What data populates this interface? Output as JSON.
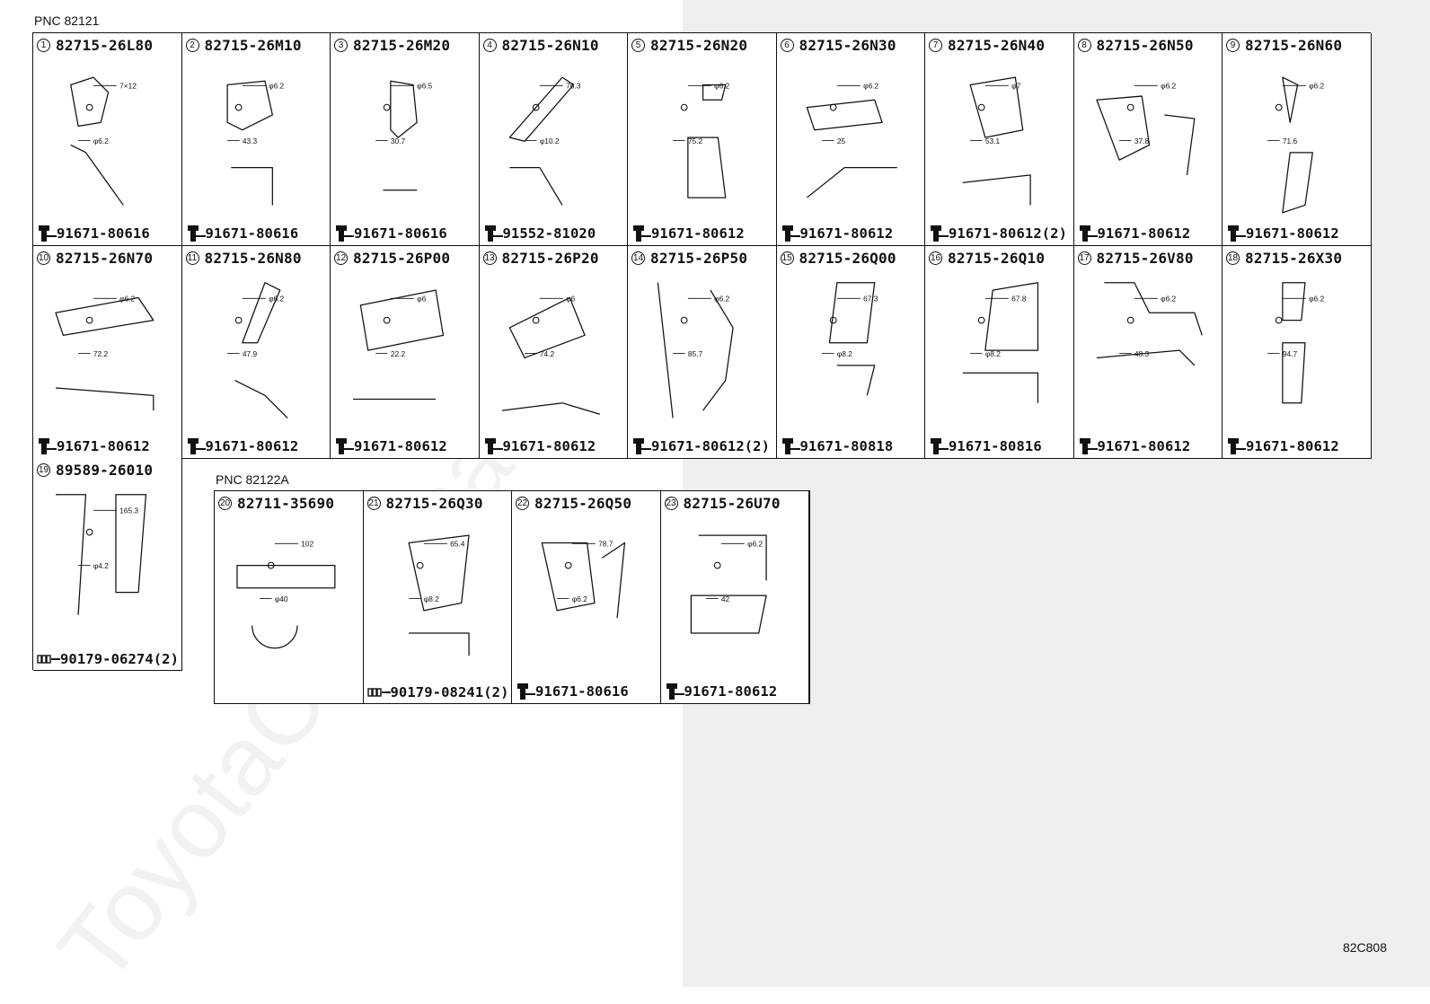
{
  "watermark": "ToyotaCarMina.ru",
  "pnc_main": "PNC 82121",
  "pnc_sub": "PNC 82122A",
  "diagram_code": "82C808",
  "cells": [
    {
      "num": "1",
      "part": "82715-26L80",
      "fastener": "91671-80616",
      "ftype": "bolt",
      "dims": [
        "7×12",
        "φ6.2"
      ]
    },
    {
      "num": "2",
      "part": "82715-26M10",
      "fastener": "91671-80616",
      "ftype": "bolt",
      "dims": [
        "φ6.2",
        "43.3"
      ]
    },
    {
      "num": "3",
      "part": "82715-26M20",
      "fastener": "91671-80616",
      "ftype": "bolt",
      "dims": [
        "φ6.5",
        "30.7"
      ]
    },
    {
      "num": "4",
      "part": "82715-26N10",
      "fastener": "91552-81020",
      "ftype": "bolt",
      "dims": [
        "76.3",
        "φ10.2"
      ]
    },
    {
      "num": "5",
      "part": "82715-26N20",
      "fastener": "91671-80612",
      "ftype": "bolt",
      "dims": [
        "φ6.2",
        "75.2"
      ]
    },
    {
      "num": "6",
      "part": "82715-26N30",
      "fastener": "91671-80612",
      "ftype": "bolt",
      "dims": [
        "φ6.2",
        "25"
      ]
    },
    {
      "num": "7",
      "part": "82715-26N40",
      "fastener": "91671-80612(2)",
      "ftype": "bolt",
      "dims": [
        "φ7",
        "53.1"
      ]
    },
    {
      "num": "8",
      "part": "82715-26N50",
      "fastener": "91671-80612",
      "ftype": "bolt",
      "dims": [
        "φ6.2",
        "37.8"
      ]
    },
    {
      "num": "9",
      "part": "82715-26N60",
      "fastener": "91671-80612",
      "ftype": "bolt",
      "dims": [
        "φ6.2",
        "71.6"
      ]
    },
    {
      "num": "10",
      "part": "82715-26N70",
      "fastener": "91671-80612",
      "ftype": "bolt",
      "dims": [
        "φ6.2",
        "72.2"
      ]
    },
    {
      "num": "11",
      "part": "82715-26N80",
      "fastener": "91671-80612",
      "ftype": "bolt",
      "dims": [
        "φ6.2",
        "47.9"
      ]
    },
    {
      "num": "12",
      "part": "82715-26P00",
      "fastener": "91671-80612",
      "ftype": "bolt",
      "dims": [
        "φ6",
        "22.2"
      ]
    },
    {
      "num": "13",
      "part": "82715-26P20",
      "fastener": "91671-80612",
      "ftype": "bolt",
      "dims": [
        "φ6",
        "74.2"
      ]
    },
    {
      "num": "14",
      "part": "82715-26P50",
      "fastener": "91671-80612(2)",
      "ftype": "bolt",
      "dims": [
        "φ6.2",
        "85.7"
      ]
    },
    {
      "num": "15",
      "part": "82715-26Q00",
      "fastener": "91671-80818",
      "ftype": "bolt",
      "dims": [
        "67.3",
        "φ8.2"
      ]
    },
    {
      "num": "16",
      "part": "82715-26Q10",
      "fastener": "91671-80816",
      "ftype": "bolt",
      "dims": [
        "67.8",
        "φ8.2"
      ]
    },
    {
      "num": "17",
      "part": "82715-26V80",
      "fastener": "91671-80612",
      "ftype": "bolt",
      "dims": [
        "φ6.2",
        "48.3"
      ]
    },
    {
      "num": "18",
      "part": "82715-26X30",
      "fastener": "91671-80612",
      "ftype": "bolt",
      "dims": [
        "φ6.2",
        "94.7"
      ]
    },
    {
      "num": "19",
      "part": "89589-26010",
      "fastener": "90179-06274(2)",
      "ftype": "clip",
      "dims": [
        "165.3",
        "φ4.2"
      ]
    },
    {
      "num": "20",
      "part": "82711-35690",
      "fastener": "",
      "ftype": "none",
      "dims": [
        "102",
        "φ40"
      ]
    },
    {
      "num": "21",
      "part": "82715-26Q30",
      "fastener": "90179-08241(2)",
      "ftype": "clip",
      "dims": [
        "65.4",
        "φ8.2"
      ]
    },
    {
      "num": "22",
      "part": "82715-26Q50",
      "fastener": "91671-80616",
      "ftype": "bolt",
      "dims": [
        "78.7",
        "φ6.2"
      ]
    },
    {
      "num": "23",
      "part": "82715-26U70",
      "fastener": "91671-80612",
      "ftype": "bolt",
      "dims": [
        "φ6.2",
        "42"
      ]
    }
  ]
}
